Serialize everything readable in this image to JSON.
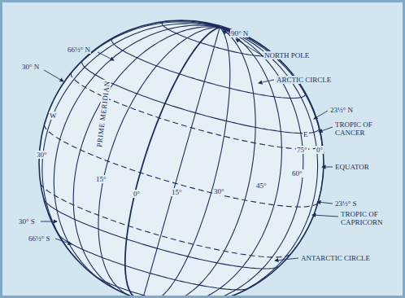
{
  "diagram": {
    "labels": [
      "90° N",
      "66½° N",
      "NORTH POLE",
      "30° N",
      "ARCTIC CIRCLE",
      "23½° N",
      "TROPIC OF CANCER",
      "W",
      "E",
      "PRIME MERIDIAN",
      "30°",
      "15°",
      "0°",
      "15°",
      "30°",
      "45°",
      "60°",
      "75°",
      "0°",
      "EQUATOR",
      "23½° S",
      "TROPIC OF CAPRICORN",
      "30° S",
      "66½° S",
      "ANTARCTIC CIRCLE"
    ]
  }
}
